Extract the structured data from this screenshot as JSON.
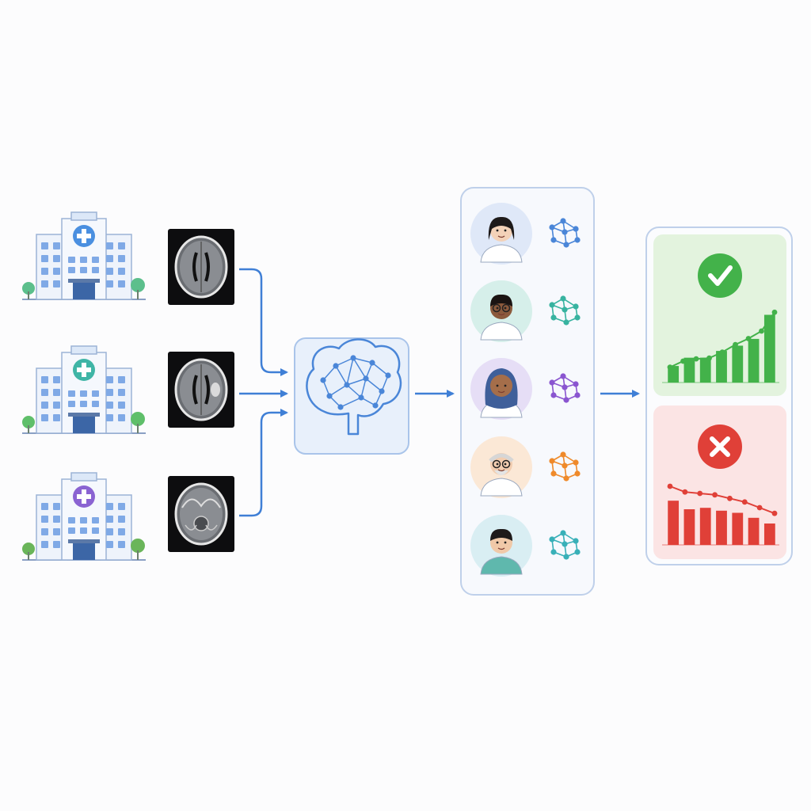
{
  "hospitals": [
    {
      "id": "hospital-1",
      "accent": "#4a8fe0",
      "tree_color": "#5cbf8c"
    },
    {
      "id": "hospital-2",
      "accent": "#3fb5a6",
      "tree_color": "#5fbf6a"
    },
    {
      "id": "hospital-3",
      "accent": "#8a63d2",
      "tree_color": "#6ab55a"
    }
  ],
  "scans": [
    {
      "id": "mri-axial-1",
      "icon": "brain-mri-scan-icon"
    },
    {
      "id": "mri-axial-2-lesion",
      "icon": "brain-mri-scan-icon"
    },
    {
      "id": "mri-axial-3",
      "icon": "brain-mri-scan-icon"
    }
  ],
  "model": {
    "icon": "neural-network-brain-icon",
    "color": "#4a86d8",
    "panel_fill": "#e8f0fb"
  },
  "clinicians": [
    {
      "id": "clinician-1",
      "avatar_bg": "#dfe8f8",
      "network_color": "#4a86d8"
    },
    {
      "id": "clinician-2",
      "avatar_bg": "#d6efea",
      "network_color": "#37b3a0"
    },
    {
      "id": "clinician-3",
      "avatar_bg": "#e6def6",
      "network_color": "#8a55d0"
    },
    {
      "id": "clinician-4",
      "avatar_bg": "#fbe8d6",
      "network_color": "#ef8a2a"
    },
    {
      "id": "clinician-5",
      "avatar_bg": "#d9eef3",
      "network_color": "#38b0b8"
    }
  ],
  "outcomes": {
    "success": {
      "icon": "checkmark-icon",
      "color": "#43b24a",
      "panel_fill": "#e3f3de",
      "bars": [
        0.22,
        0.33,
        0.33,
        0.42,
        0.49,
        0.58,
        0.9
      ],
      "trend": [
        0.12,
        0.2,
        0.23,
        0.24,
        0.32,
        0.42,
        0.5,
        0.6,
        0.85
      ]
    },
    "failure": {
      "icon": "cross-icon",
      "color": "#e04038",
      "panel_fill": "#fbe4e4",
      "bars": [
        0.62,
        0.5,
        0.52,
        0.48,
        0.45,
        0.38,
        0.3
      ],
      "trend": [
        0.8,
        0.72,
        0.7,
        0.68,
        0.63,
        0.58,
        0.5,
        0.42
      ]
    }
  },
  "colors": {
    "arrow": "#3f7fd6",
    "panel_border": "#bfd0ea"
  }
}
